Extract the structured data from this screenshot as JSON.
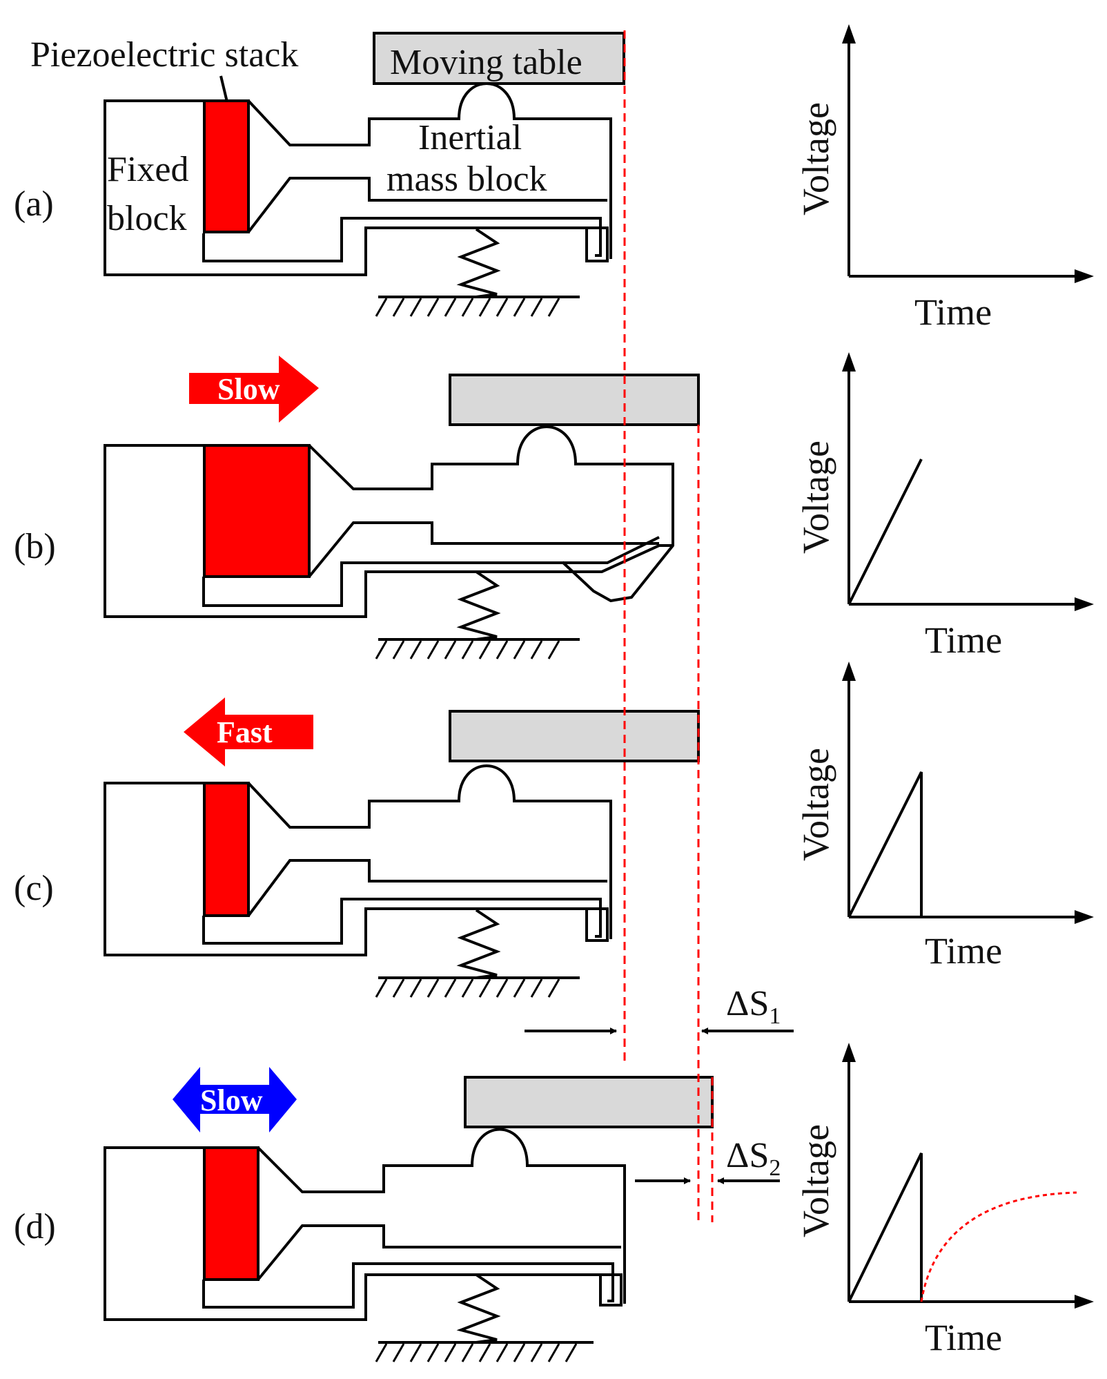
{
  "labels": {
    "piezo": "Piezoelectric stack",
    "moving_table": "Moving table",
    "inertial_line1": "Inertial",
    "inertial_line2": "mass block",
    "fixed_line1": "Fixed",
    "fixed_line2": "block"
  },
  "panels": [
    {
      "tag": "(a)",
      "motion": null
    },
    {
      "tag": "(b)",
      "motion": {
        "text": "Slow",
        "direction": "right",
        "color": "#ff0000"
      }
    },
    {
      "tag": "(c)",
      "motion": {
        "text": "Fast",
        "direction": "left",
        "color": "#ff0000"
      }
    },
    {
      "tag": "(d)",
      "motion": {
        "text": "Slow",
        "direction": "both",
        "color": "#0000ff"
      }
    }
  ],
  "displacements": {
    "ds1": {
      "symbol": "ΔS",
      "sub": "1"
    },
    "ds2": {
      "symbol": "ΔS",
      "sub": "2"
    }
  },
  "graphs": [
    {
      "xlabel": "Time",
      "ylabel": "Voltage",
      "signal": "none"
    },
    {
      "xlabel": "Time",
      "ylabel": "Voltage",
      "signal": "ramp"
    },
    {
      "xlabel": "Time",
      "ylabel": "Voltage",
      "signal": "sawtooth"
    },
    {
      "xlabel": "Time",
      "ylabel": "Voltage",
      "signal": "sawtooth-with-decay"
    }
  ],
  "colors": {
    "piezo": "#ff0000",
    "table": "#d9d9d9",
    "reference_line": "#ff0000",
    "decay_curve": "#ff0000",
    "blue_arrow": "#0000ff"
  }
}
